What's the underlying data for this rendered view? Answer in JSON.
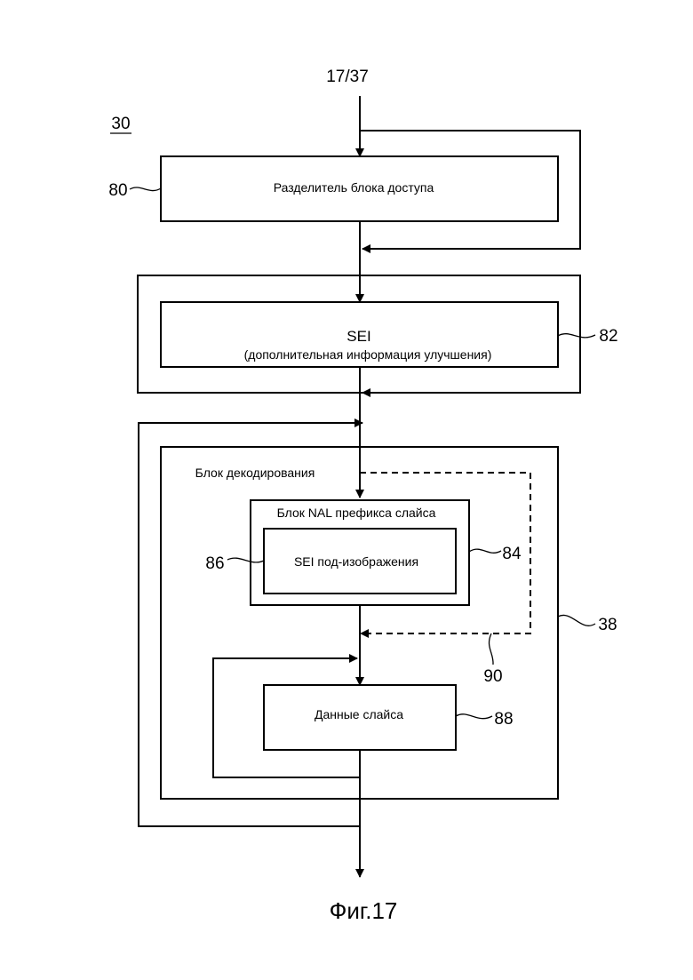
{
  "figure": {
    "input_label": "17/37",
    "ref_30": "30",
    "caption": "Фиг.17"
  },
  "blocks": {
    "access_unit_splitter": {
      "ref": "80",
      "label": "Разделитель блока доступа"
    },
    "sei": {
      "ref": "82",
      "label_line1": "SEI",
      "label_line2": "(дополнительная информация улучшения)"
    },
    "decoding_unit": {
      "ref": "38",
      "label": "Блок декодирования"
    },
    "slice_prefix_nal": {
      "ref": "84",
      "label": "Блок NAL префикса слайса"
    },
    "sub_picture_sei": {
      "ref": "86",
      "label": "SEI под-изображения"
    },
    "slice_data": {
      "ref": "88",
      "label": "Данные слайса"
    },
    "dashed_path": {
      "ref": "90"
    }
  }
}
